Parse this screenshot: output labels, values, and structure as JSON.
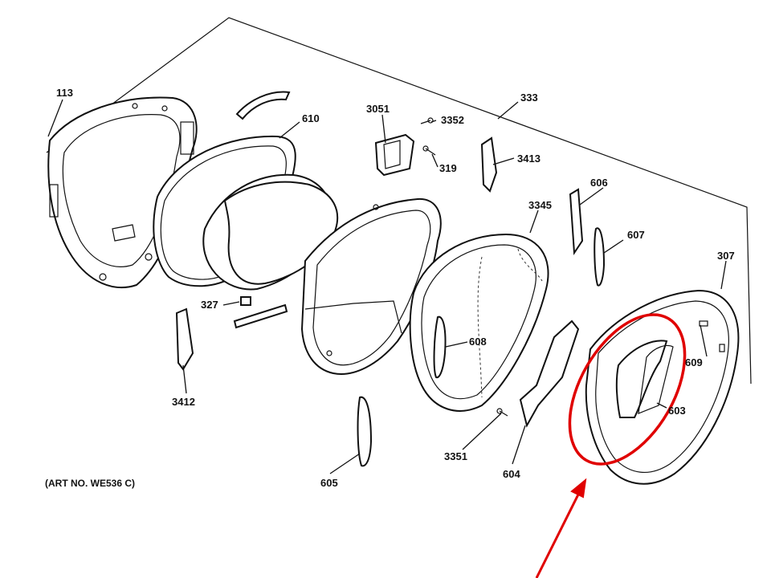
{
  "diagram": {
    "art_number": "(ART NO. WE536 C)",
    "labels": {
      "p113": "113",
      "p610": "610",
      "p3051": "3051",
      "p3352": "3352",
      "p319": "319",
      "p333": "333",
      "p3413": "3413",
      "p3345": "3345",
      "p606": "606",
      "p607": "607",
      "p307": "307",
      "p327": "327",
      "p608": "608",
      "p609": "609",
      "p603": "603",
      "p3412": "3412",
      "p3351": "3351",
      "p604": "604",
      "p605": "605"
    },
    "colors": {
      "line": "#111111",
      "highlight": "#e00000",
      "background": "#ffffff"
    },
    "annotations": {
      "highlight_shape": "ellipse",
      "highlight_target": "603",
      "arrow_direction": "up-right"
    }
  }
}
